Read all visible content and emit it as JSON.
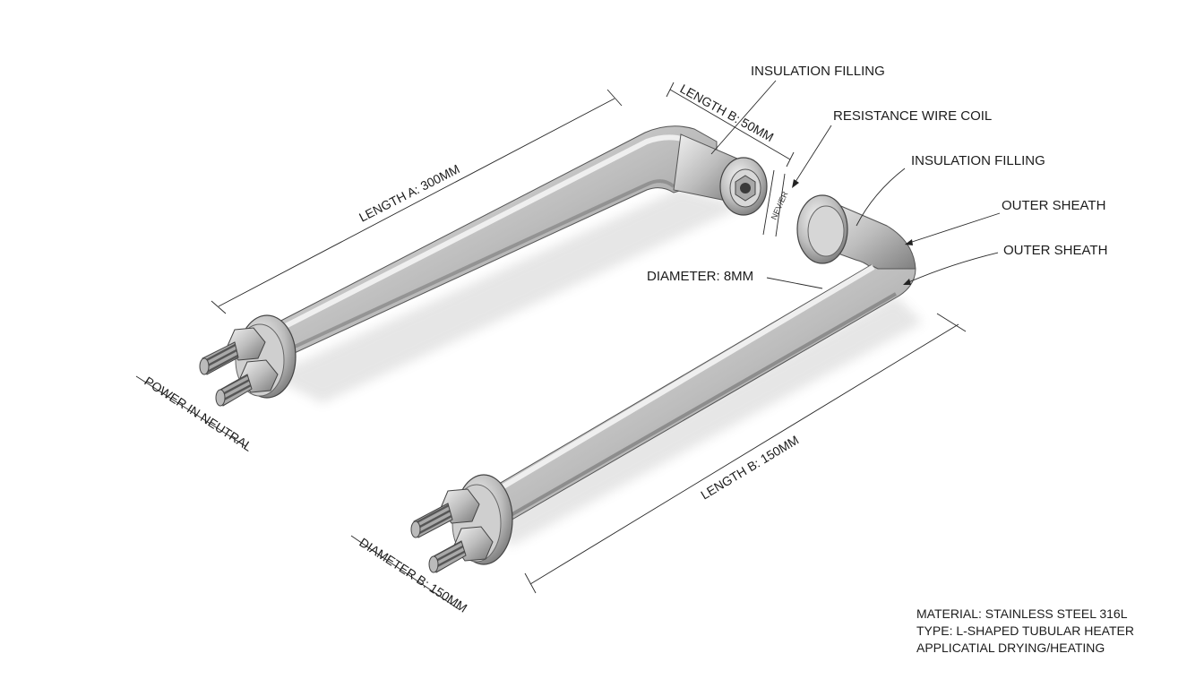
{
  "callouts": {
    "insulation_filling_top": "INSULATION FILLING",
    "resistance_wire_coil": "RESISTANCE WIRE COIL",
    "insulation_filling_mid": "INSULATION FILLING",
    "outer_sheath_1": "OUTER SHEATH",
    "outer_sheath_2": "OUTER SHEATH",
    "diameter": "DIAMETER: 8MM",
    "gap_label": "NEV/ER"
  },
  "dimensions": {
    "length_a": "LENGTH A: 300MM",
    "length_b_short": "LENGTH B: 50MM",
    "length_b_long": "LENGTH B: 150MM",
    "diameter_b": "DIAMETER B: 150MM",
    "power_in_neutral": "POWER IN NEUTRAL"
  },
  "specs": {
    "material": "MATERIAL: STAINLESS STEEL 316L",
    "type": "TYPE: L-SHAPED TUBULAR HEATER",
    "application": "APPLICATIAL DRYING/HEATING"
  },
  "colors": {
    "metal_light": "#f2f2f2",
    "metal_mid": "#bdbdbd",
    "metal_dark": "#7d7d7d",
    "line": "#2a2a2a"
  }
}
